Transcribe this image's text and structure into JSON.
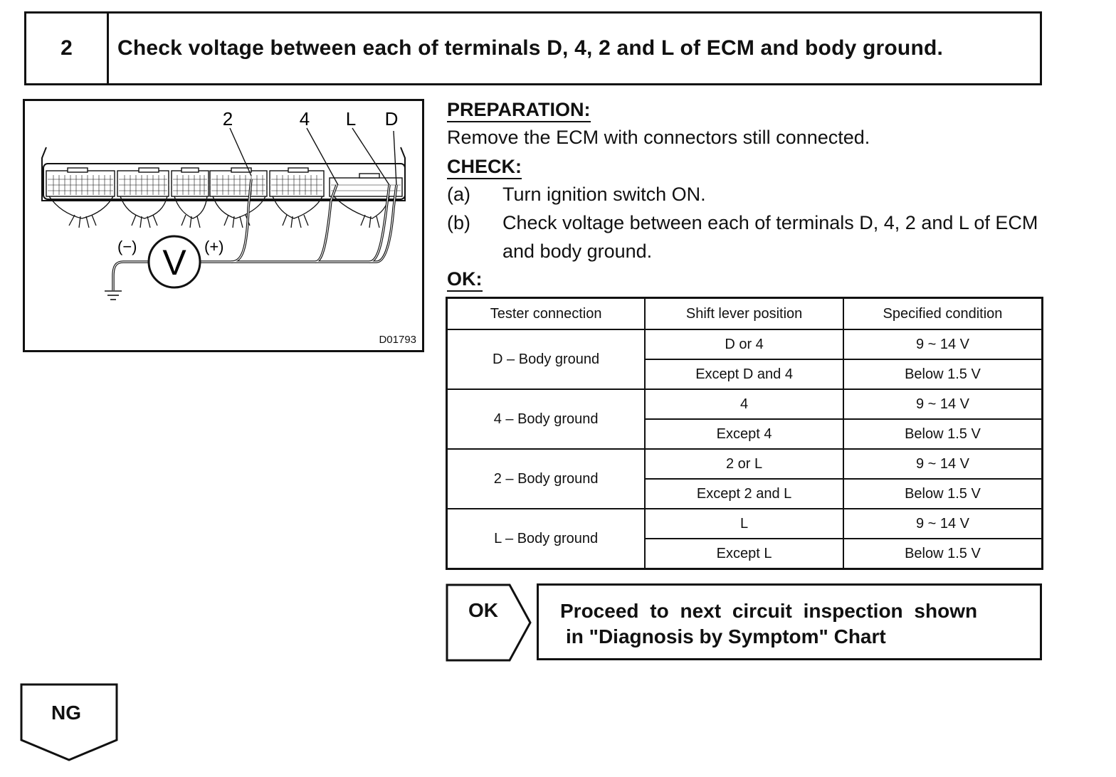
{
  "header": {
    "step_number": "2",
    "title": "Check voltage between each of terminals D, 4, 2 and L of ECM and body ground."
  },
  "figure": {
    "code": "D01793",
    "terminal_labels": [
      "2",
      "4",
      "L",
      "D"
    ],
    "meter_minus": "(−)",
    "meter_plus": "(+)",
    "meter_symbol": "V"
  },
  "preparation": {
    "heading": "PREPARATION:",
    "text": "Remove the ECM with connectors still connected."
  },
  "check": {
    "heading": "CHECK:",
    "steps": [
      {
        "label": "(a)",
        "text": "Turn ignition switch ON."
      },
      {
        "label": "(b)",
        "text": "Check voltage between each of terminals D, 4, 2 and L of ECM and body ground."
      }
    ]
  },
  "ok": {
    "heading": "OK:"
  },
  "spec_table": {
    "headers": [
      "Tester connection",
      "Shift lever position",
      "Specified condition"
    ],
    "groups": [
      {
        "connection": "D – Body ground",
        "rows": [
          {
            "position": "D or 4",
            "condition": "9 ~ 14 V"
          },
          {
            "position": "Except D and 4",
            "condition": "Below 1.5 V"
          }
        ]
      },
      {
        "connection": "4 – Body ground",
        "rows": [
          {
            "position": "4",
            "condition": "9 ~ 14 V"
          },
          {
            "position": "Except 4",
            "condition": "Below 1.5 V"
          }
        ]
      },
      {
        "connection": "2 – Body ground",
        "rows": [
          {
            "position": "2 or L",
            "condition": "9 ~ 14 V"
          },
          {
            "position": "Except 2 and L",
            "condition": "Below 1.5 V"
          }
        ]
      },
      {
        "connection": "L – Body ground",
        "rows": [
          {
            "position": "L",
            "condition": "9 ~ 14 V"
          },
          {
            "position": "Except L",
            "condition": "Below 1.5 V"
          }
        ]
      }
    ]
  },
  "result_ok": {
    "label": "OK",
    "line1": "Proceed to next circuit inspection shown",
    "line2": "in \"Diagnosis by Symptom\" Chart"
  },
  "result_ng": {
    "label": "NG"
  }
}
